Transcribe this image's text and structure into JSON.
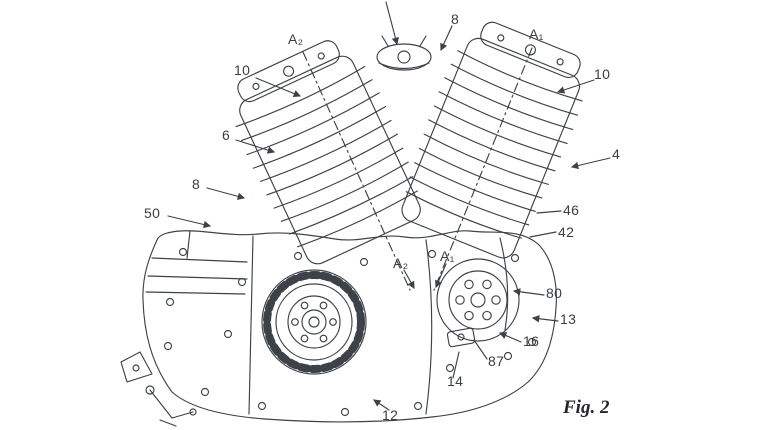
{
  "colors": {
    "background": "#ffffff",
    "line": "#3d4249",
    "text": "#3a3e45"
  },
  "figure": {
    "caption": "Fig. 2",
    "labels": [
      {
        "id": "a2-top",
        "text": "A₂"
      },
      {
        "id": "8-top",
        "text": "8"
      },
      {
        "id": "a1-top",
        "text": "A₁"
      },
      {
        "id": "10-left",
        "text": "10"
      },
      {
        "id": "10-right",
        "text": "10"
      },
      {
        "id": "6",
        "text": "6"
      },
      {
        "id": "4",
        "text": "4"
      },
      {
        "id": "8-left",
        "text": "8"
      },
      {
        "id": "50",
        "text": "50"
      },
      {
        "id": "46",
        "text": "46"
      },
      {
        "id": "42",
        "text": "42"
      },
      {
        "id": "a2-mid",
        "text": "A₂"
      },
      {
        "id": "a1-mid",
        "text": "A₁"
      },
      {
        "id": "80",
        "text": "80"
      },
      {
        "id": "13",
        "text": "13"
      },
      {
        "id": "16",
        "text": "16"
      },
      {
        "id": "87",
        "text": "87"
      },
      {
        "id": "14",
        "text": "14"
      },
      {
        "id": "12",
        "text": "12"
      }
    ]
  }
}
